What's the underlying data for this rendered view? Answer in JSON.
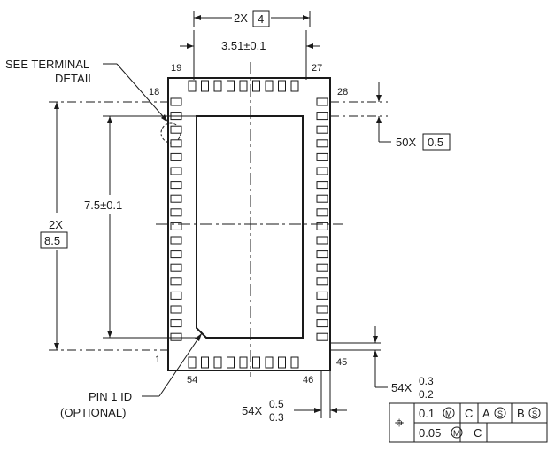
{
  "package": {
    "pads_top": 9,
    "pads_bottom": 9,
    "pads_left": 18,
    "pads_right": 18
  },
  "labels": {
    "top_count": "2X",
    "top_box": "4",
    "center_width": "3.51±0.1",
    "see_terminal_line1": "SEE TERMINAL",
    "see_terminal_line2": "DETAIL",
    "pitch_count": "50X",
    "pitch_box": "0.5",
    "center_height": "7.5±0.1",
    "side_count": "2X",
    "side_box": "8.5",
    "pin1_line1": "PIN 1 ID",
    "pin1_line2": "(OPTIONAL)",
    "width_count": "54X",
    "width_upper": "0.5",
    "width_lower": "0.3",
    "length_count": "54X",
    "length_upper": "0.3",
    "length_lower": "0.2"
  },
  "pin_numbers": {
    "p19": "19",
    "p27": "27",
    "p18": "18",
    "p28": "28",
    "p1": "1",
    "p45": "45",
    "p54": "54",
    "p46": "46"
  },
  "tolerance_frame": {
    "symbol": "⌖",
    "row1": [
      "0.1",
      "C",
      "A",
      "B"
    ],
    "row2": [
      "0.05",
      "C"
    ],
    "modifier_row1_tol": "M",
    "modifier_row1_a": "S",
    "modifier_row1_b": "S",
    "modifier_row2_tol": "M"
  }
}
